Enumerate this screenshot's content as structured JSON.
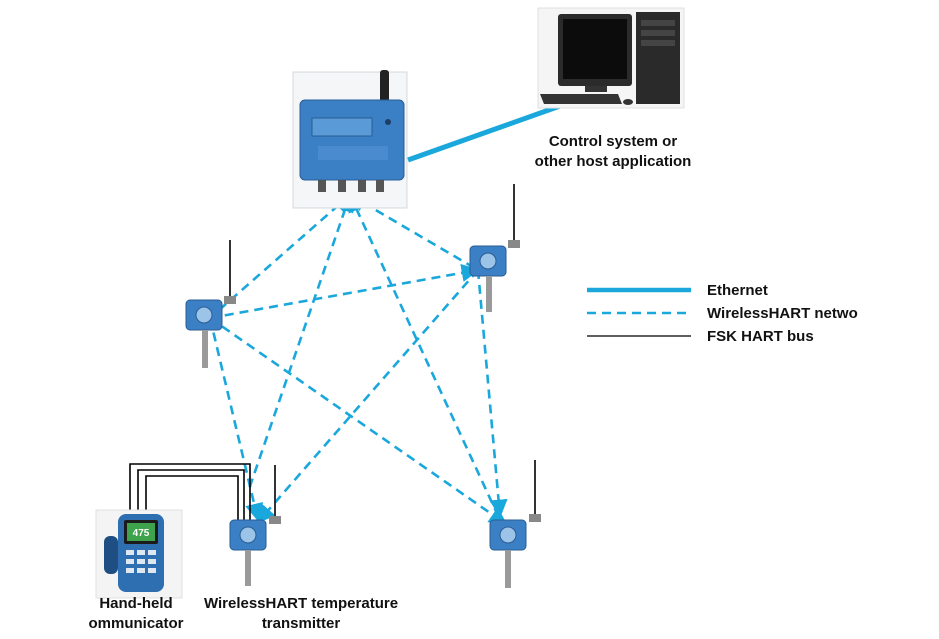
{
  "labels": {
    "host_line1": "Control system or",
    "host_line2": "other host application",
    "handheld_line1": "Hand-held",
    "handheld_line2": "ommunicator",
    "transmitter_line1": "WirelessHART temperature",
    "transmitter_line2": "transmitter"
  },
  "legend": [
    {
      "label": "Ethernet",
      "style": "solid-thick",
      "color": "#1aa7dc"
    },
    {
      "label": "WirelessHART netwo",
      "style": "dashed",
      "color": "#1aa7dc"
    },
    {
      "label": "FSK HART bus",
      "style": "solid-thin",
      "color": "#000000"
    }
  ],
  "handheld_screen_value": "475",
  "colors": {
    "ethernet": "#1aa7dc",
    "wireless": "#1aa7dc",
    "fsk": "#000000",
    "device_blue": "#3b7fc4"
  }
}
